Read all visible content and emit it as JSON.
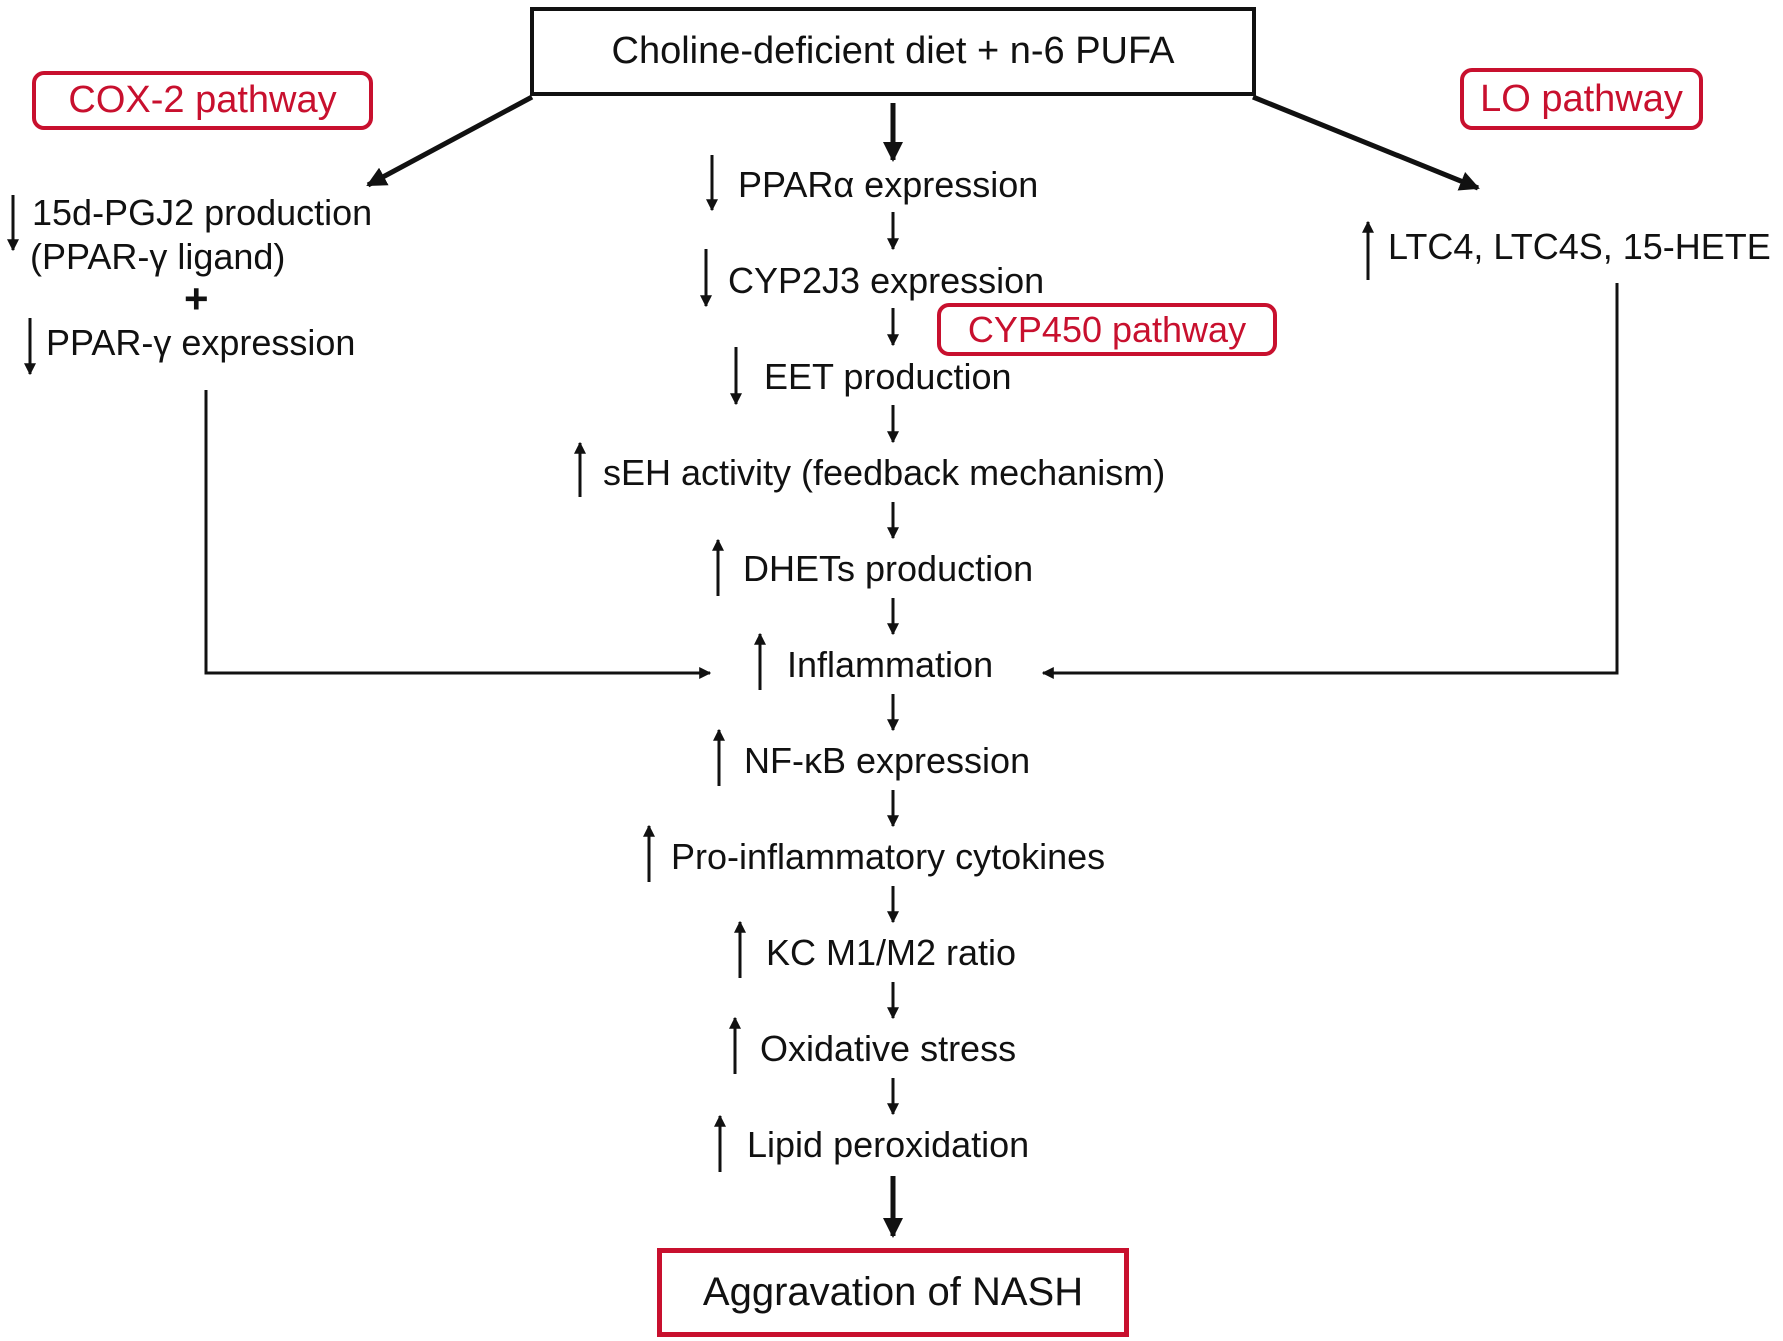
{
  "diagram": {
    "title": "Choline-deficient diet + n-6 PUFA",
    "pathway_labels": {
      "cox2": "COX-2 pathway",
      "lo": "LO pathway",
      "cyp450": "CYP450 pathway"
    },
    "cox2_branch": {
      "line1": "15d-PGJ2 production",
      "line2": "(PPAR-γ ligand)",
      "plus": "+",
      "line3": "PPAR-γ expression",
      "directions": [
        "down",
        "down"
      ]
    },
    "lo_branch": {
      "label": "LTC4, LTC4S, 15-HETE",
      "direction": "up"
    },
    "main_chain": [
      {
        "label": "PPARα expression",
        "direction": "down"
      },
      {
        "label": "CYP2J3 expression",
        "direction": "down"
      },
      {
        "label": "EET production",
        "direction": "down"
      },
      {
        "label": "sEH activity  (feedback mechanism)",
        "direction": "up"
      },
      {
        "label": "DHETs production",
        "direction": "up"
      },
      {
        "label": "Inflammation",
        "direction": "up"
      },
      {
        "label": "NF-κB expression",
        "direction": "up"
      },
      {
        "label": "Pro-inflammatory cytokines",
        "direction": "up"
      },
      {
        "label": "KC M1/M2 ratio",
        "direction": "up"
      },
      {
        "label": "Oxidative stress",
        "direction": "up"
      },
      {
        "label": "Lipid peroxidation",
        "direction": "up"
      }
    ],
    "outcome": "Aggravation  of NASH",
    "colors": {
      "text": "#111111",
      "highlight_border": "#c8102e",
      "highlight_text": "#c8102e"
    }
  }
}
